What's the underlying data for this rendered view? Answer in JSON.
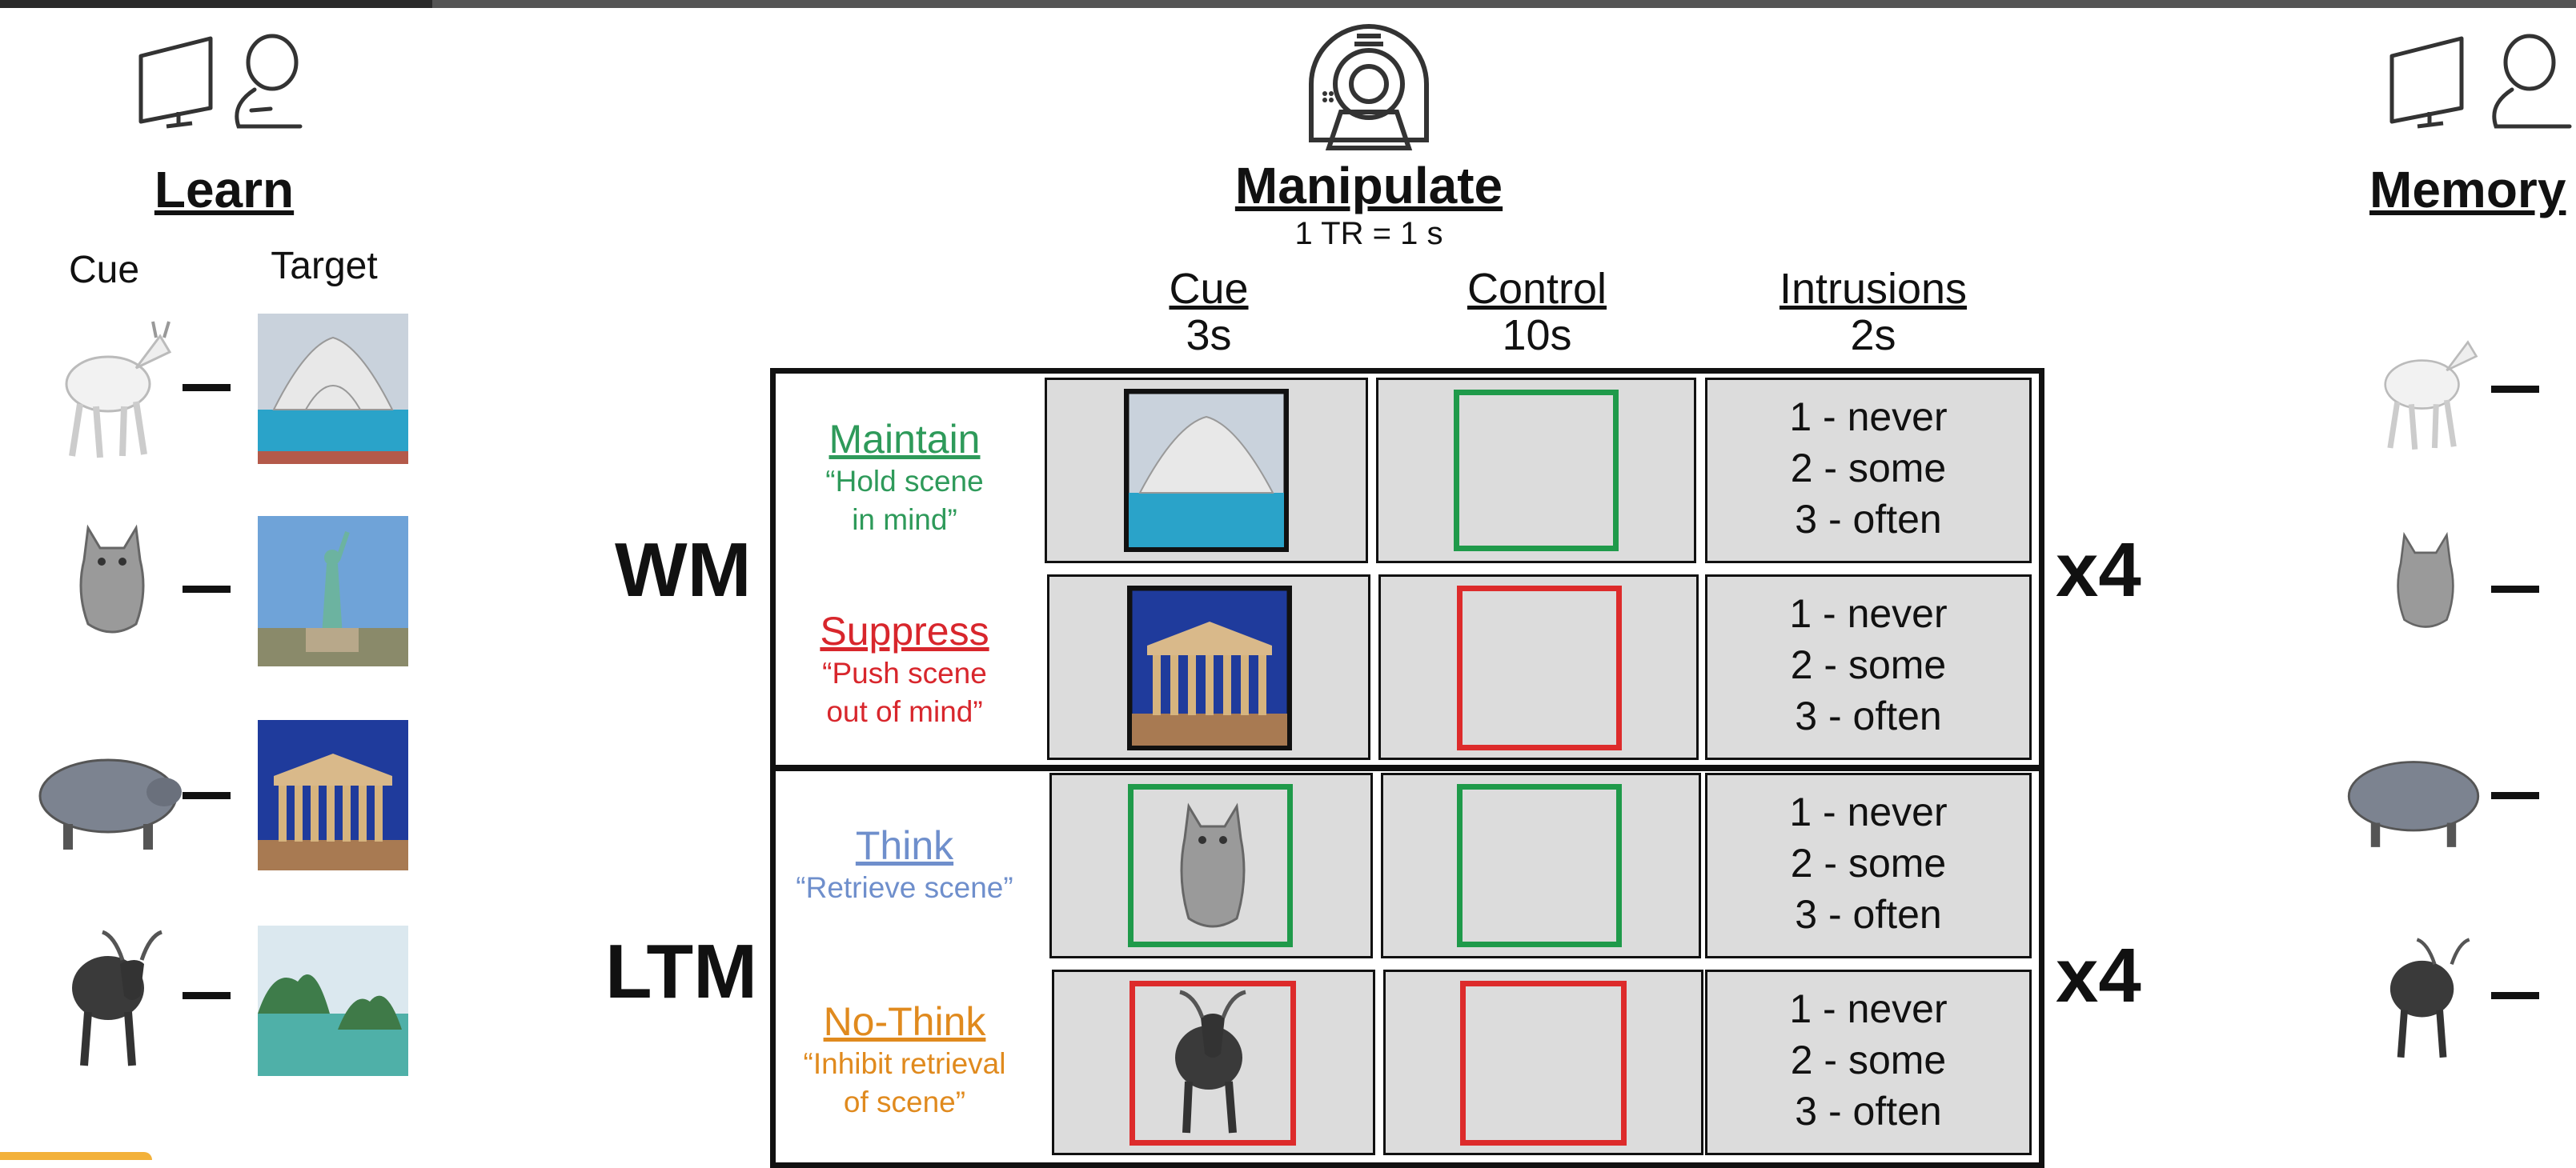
{
  "learn": {
    "heading": "Learn",
    "cue_label": "Cue",
    "target_label": "Target"
  },
  "manipulate": {
    "heading": "Manipulate",
    "tr_note": "1 TR = 1 s"
  },
  "memory": {
    "heading": "Memory"
  },
  "columns": [
    {
      "title": "Cue",
      "duration": "3s"
    },
    {
      "title": "Control",
      "duration": "10s"
    },
    {
      "title": "Intrusions",
      "duration": "2s"
    }
  ],
  "groups": {
    "wm": "WM",
    "ltm": "LTM",
    "repeat": "x4"
  },
  "conditions": [
    {
      "title": "Maintain",
      "instruction_1": "“Hold scene",
      "instruction_2": "in mind”",
      "color": "#2e9a5a"
    },
    {
      "title": "Suppress",
      "instruction_1": "“Push scene",
      "instruction_2": "out of mind”",
      "color": "#d8262c"
    },
    {
      "title": "Think",
      "instruction_1": "“Retrieve scene”",
      "instruction_2": "",
      "color": "#6f8fcc"
    },
    {
      "title": "No-Think",
      "instruction_1": "“Inhibit retrieval",
      "instruction_2": "of scene”",
      "color": "#e08a1e"
    }
  ],
  "ratings": [
    "1 - never",
    "2 - some",
    "3 - often"
  ],
  "icons": [
    "monitor-icon",
    "person-icon",
    "mri-scanner-icon"
  ],
  "colors": {
    "green": "#1f9a4a",
    "red": "#dd2b2b",
    "cell_gray": "#dcdcdc"
  }
}
